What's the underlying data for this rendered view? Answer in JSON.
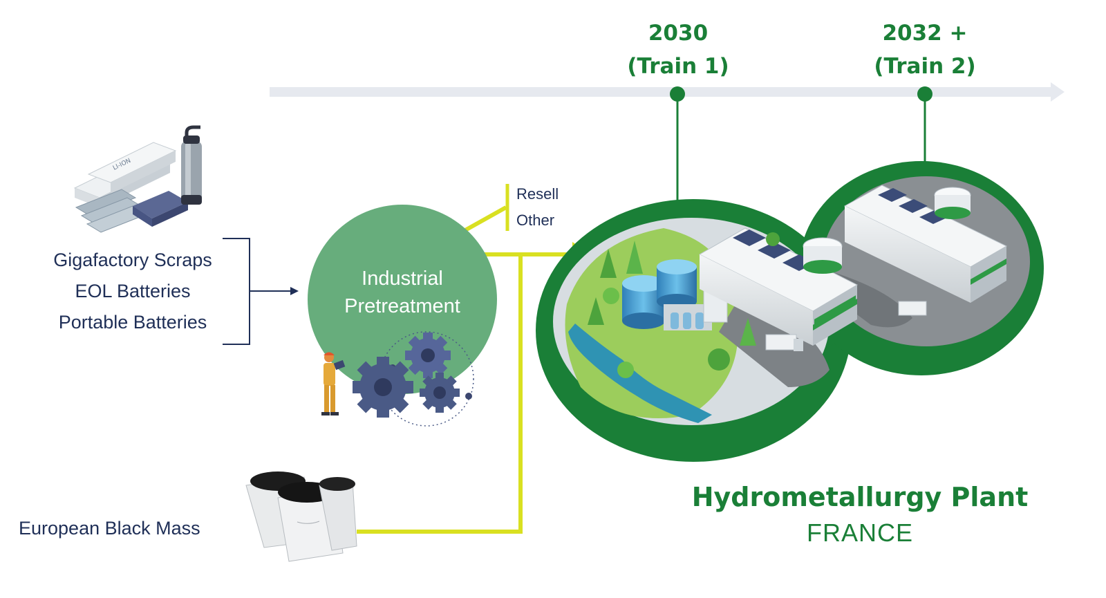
{
  "inputs": {
    "batteries": {
      "line1": "Gigafactory Scraps",
      "line2": "EOL Batteries",
      "line3": "Portable Batteries",
      "icon": "battery-cells-icon",
      "pack_label": "LI-ION"
    },
    "black_mass": {
      "label": "European Black Mass",
      "icon": "black-mass-bags-icon"
    }
  },
  "pretreatment": {
    "title_line1": "Industrial",
    "title_line2": "Pretreatment",
    "icon": "gears-worker-icon",
    "outputs": [
      "Resell",
      "Other"
    ]
  },
  "timeline": {
    "milestones": [
      {
        "year": "2030",
        "label": "(Train 1)"
      },
      {
        "year": "2032 +",
        "label": "(Train 2)"
      }
    ]
  },
  "plant": {
    "title": "Hydrometallurgy Plant",
    "country": "FRANCE",
    "icon": "hydrometallurgy-plant-illustration"
  },
  "colors": {
    "brand_green": "#1a7f37",
    "circle_green": "#67ad7c",
    "flow_yellow": "#d9e021",
    "navy": "#1f2f57",
    "timeline_gray": "#e6e9ef",
    "gear_blue": "#4a5a86"
  }
}
